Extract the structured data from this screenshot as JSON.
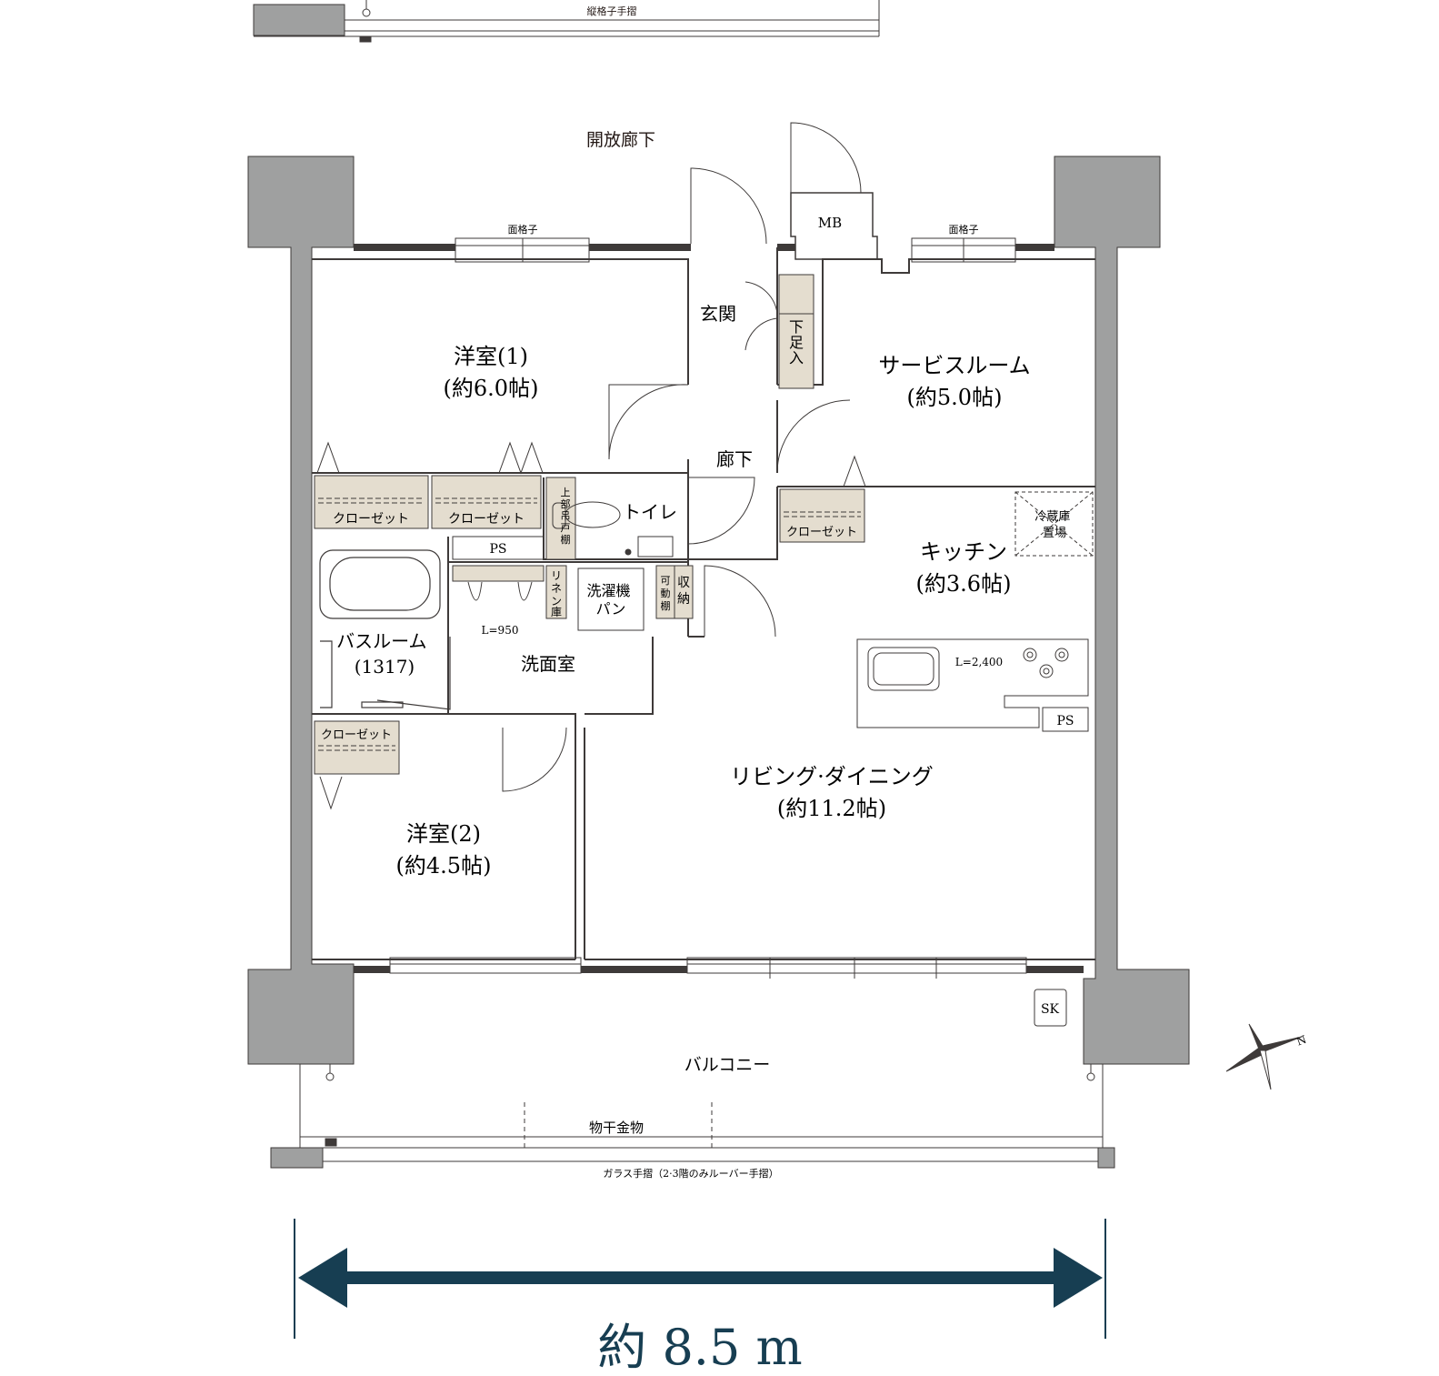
{
  "labels": {
    "top_railing": "縦格子手摺",
    "open_corridor": "開放廊下",
    "mb": "MB",
    "grille_left": "面格子",
    "grille_right": "面格子",
    "entrance": "玄関",
    "shoe_storage": "下足入",
    "corridor": "廊下",
    "toilet": "トイレ",
    "upper_cabinet": "上部吊戸棚",
    "ps_top": "PS",
    "linen": "リネン庫",
    "washer_pan": [
      "洗濯機",
      "パン"
    ],
    "movable_shelf": "可動棚",
    "storage": "収納",
    "l950": "L=950",
    "washroom": "洗面室",
    "bathroom": [
      "バスルーム",
      "(1317)"
    ],
    "closet": "クローゼット",
    "fridge": [
      "冷蔵庫",
      "置場"
    ],
    "kitchen_counter": "L=2,400",
    "ps_kitchen": "PS",
    "sk": "SK",
    "balcony": "バルコニー",
    "drying_hardware": "物干金物",
    "glass_railing": "ガラス手摺（2·3階のみルーバー手摺）",
    "north": "N"
  },
  "rooms": {
    "western1": {
      "name": "洋室(1)",
      "size": "(約6.0帖)"
    },
    "service": {
      "name": "サービスルーム",
      "size": "(約5.0帖)"
    },
    "kitchen": {
      "name": "キッチン",
      "size": "(約3.6帖)"
    },
    "ldk": {
      "name": "リビング·ダイニング",
      "size": "(約11.2帖)"
    },
    "western2": {
      "name": "洋室(2)",
      "size": "(約4.5帖)"
    }
  },
  "dimension": {
    "width_text": "約 8.5 m"
  },
  "colors": {
    "wall": "#9fa0a0",
    "closet_fill": "#e4ddcf",
    "line": "#3e3a39",
    "arrow": "#173e52"
  }
}
